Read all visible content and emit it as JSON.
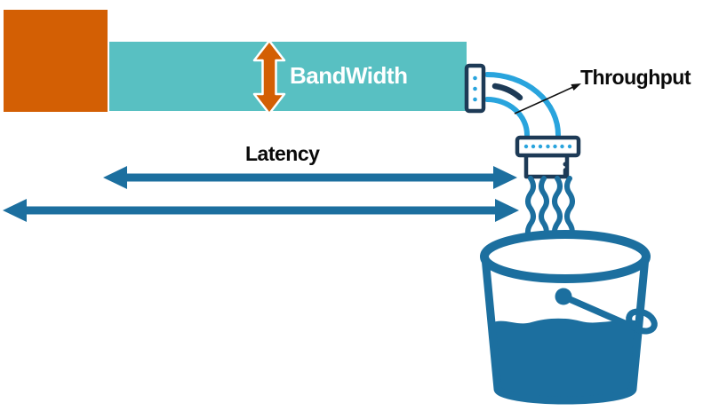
{
  "page": {
    "title": "BandWidth vs Latency vs Throughput water-pipe analogy diagram"
  },
  "labels": {
    "bandwidth": "BandWidth",
    "latency": "Latency",
    "throughput": "Throughput"
  },
  "colors": {
    "c-orange": "#d35f04",
    "c-teal": "#58c0c2",
    "c-steel": "#1c6f9f",
    "c-navy": "#1d3a56",
    "c-sky": "#29a4dd",
    "c-text": "#0a0a0a",
    "c-bg": "#ffffff"
  }
}
